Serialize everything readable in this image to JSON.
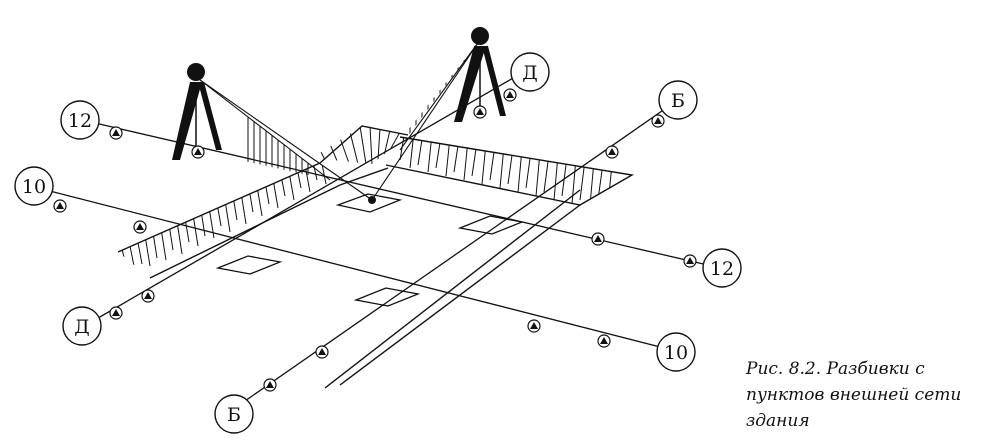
{
  "axes": [
    {
      "id": "12-left",
      "label": "12"
    },
    {
      "id": "12-right",
      "label": "12"
    },
    {
      "id": "10-left",
      "label": "10"
    },
    {
      "id": "10-right",
      "label": "10"
    },
    {
      "id": "D-top",
      "label": "Д"
    },
    {
      "id": "D-bottom",
      "label": "Д"
    },
    {
      "id": "B-top",
      "label": "Б"
    },
    {
      "id": "B-bottom",
      "label": "Б"
    }
  ],
  "caption": {
    "line1": "Рис. 8.2. Разбивки с",
    "line2": "пунктов внешней сети",
    "line3": "здания"
  }
}
